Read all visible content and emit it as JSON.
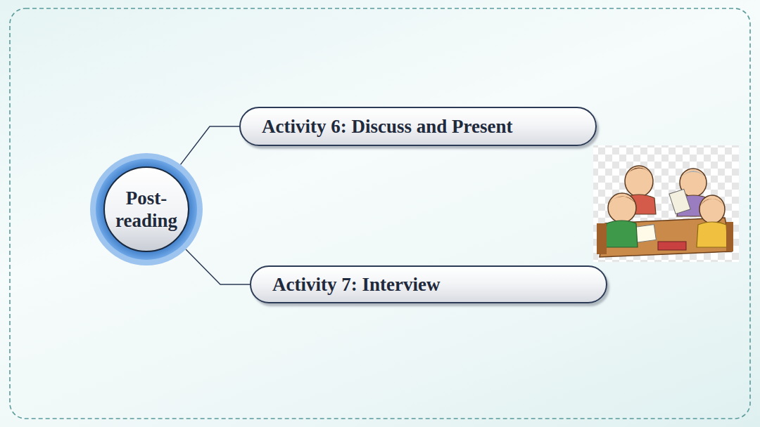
{
  "diagram": {
    "nodes": [
      {
        "text": [
          "Post- reading"
        ]
      },
      {
        "text": [
          "Activity 6: Discuss and Present"
        ]
      },
      {
        "text": [
          "Activity 7: Interview"
        ]
      }
    ],
    "edges": [
      {
        "from": 0,
        "to": 1,
        "arrow": "none"
      },
      {
        "from": 0,
        "to": 2,
        "arrow": "none"
      }
    ]
  }
}
